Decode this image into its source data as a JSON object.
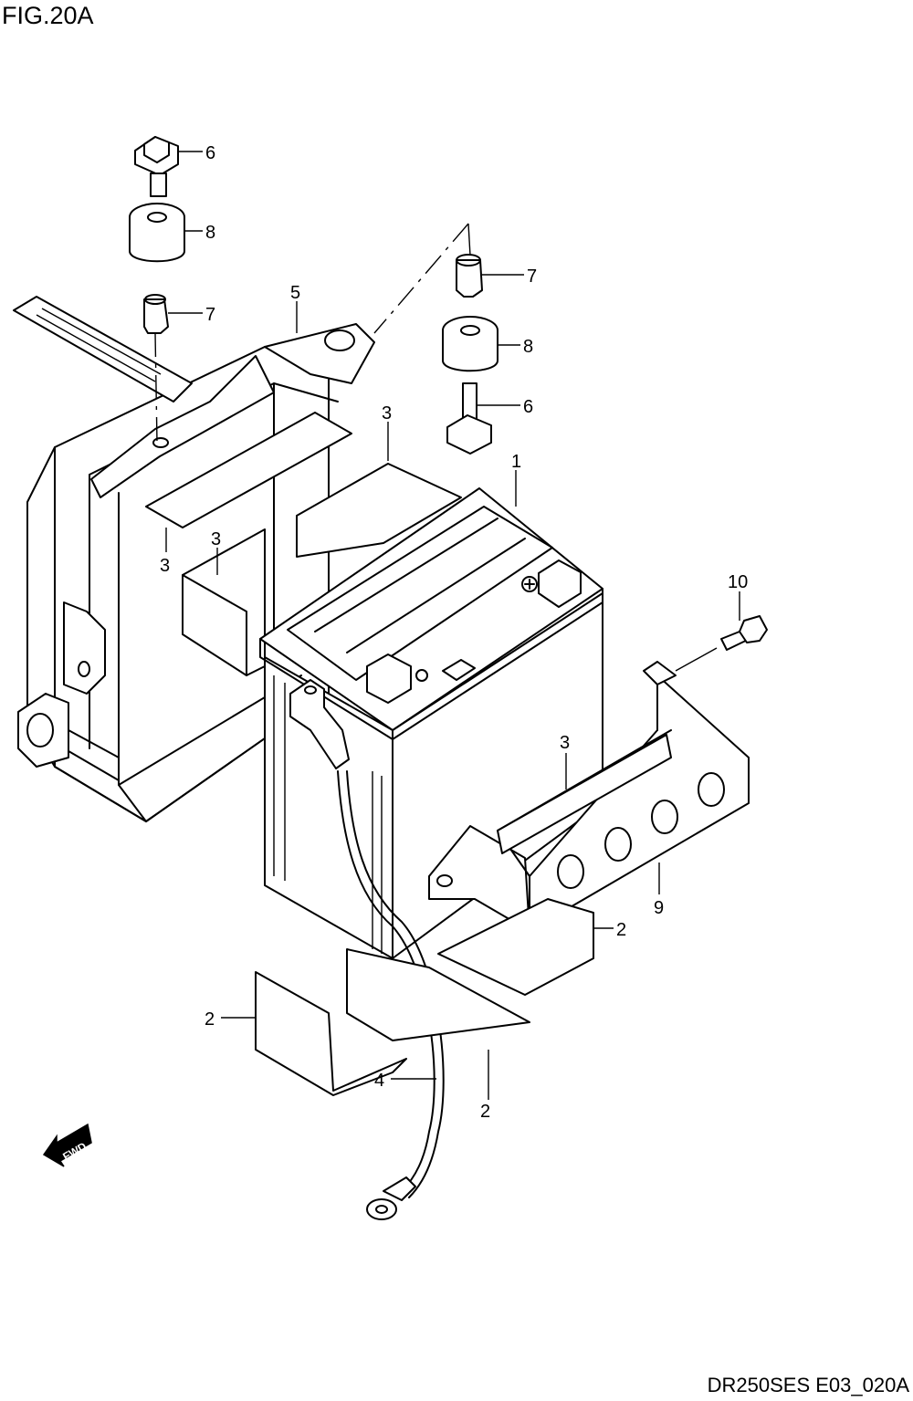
{
  "header": {
    "figure_title": "FIG.20A"
  },
  "footer": {
    "drawing_code": "DR250SES E03_020A"
  },
  "fwd_indicator": {
    "label": "FWD",
    "icon": "fwd-arrow-icon"
  },
  "parts": [
    {
      "ref": "1",
      "part": "battery"
    },
    {
      "ref": "2",
      "part": "battery-pad"
    },
    {
      "ref": "3",
      "part": "cushion"
    },
    {
      "ref": "4",
      "part": "ground-lead"
    },
    {
      "ref": "5",
      "part": "battery-case"
    },
    {
      "ref": "6",
      "part": "bolt"
    },
    {
      "ref": "7",
      "part": "spacer"
    },
    {
      "ref": "8",
      "part": "cushion-grommet"
    },
    {
      "ref": "9",
      "part": "battery-holder"
    },
    {
      "ref": "10",
      "part": "bolt"
    }
  ]
}
